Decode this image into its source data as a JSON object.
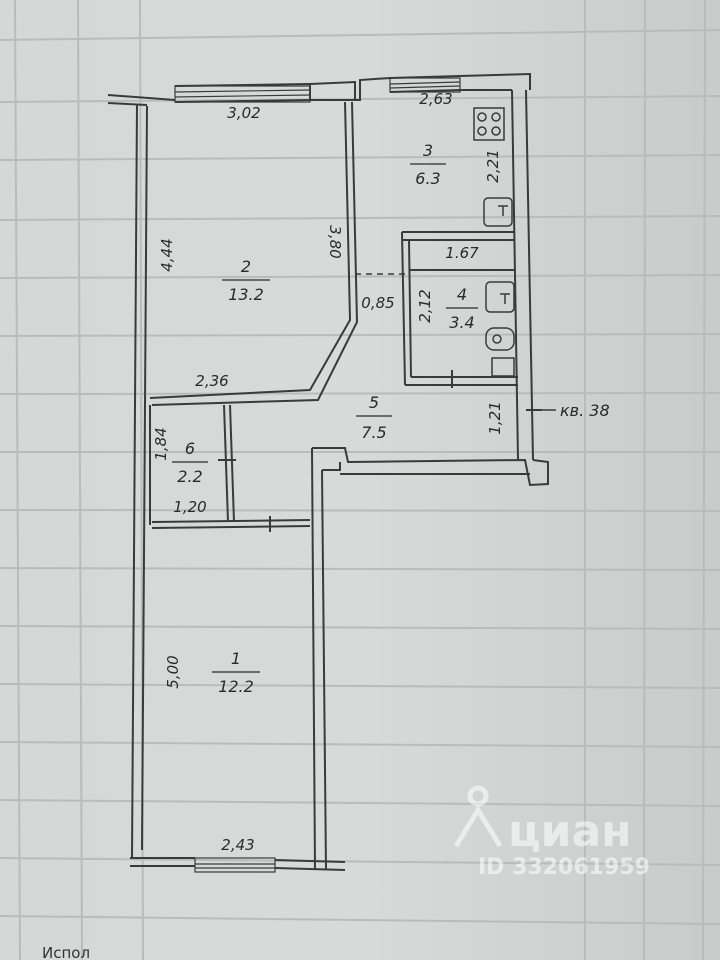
{
  "rooms": {
    "r1": {
      "number": "1",
      "area": "12.2"
    },
    "r2": {
      "number": "2",
      "area": "13.2"
    },
    "r3": {
      "number": "3",
      "area": "6.3"
    },
    "r4": {
      "number": "4",
      "area": "3.4"
    },
    "r5": {
      "number": "5",
      "area": "7.5"
    },
    "r6": {
      "number": "6",
      "area": "2.2"
    }
  },
  "dimensions": {
    "d302": "3,02",
    "d263": "2,63",
    "d444": "4,44",
    "d380": "3,80",
    "d221": "2,21",
    "d167": "1.67",
    "d085": "0,85",
    "d212": "2,12",
    "d236": "2,36",
    "d184": "1,84",
    "d120": "1,20",
    "d121": "1,21",
    "d500": "5,00",
    "d243": "2,43"
  },
  "apartment_label": "кв. 38",
  "watermark": {
    "brand": "циан",
    "id": "ID 332061959"
  },
  "footer_text": "Испол"
}
